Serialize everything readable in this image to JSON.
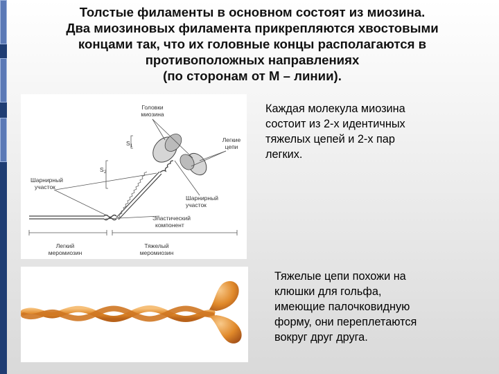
{
  "title": {
    "lines": [
      "Толстые филаменты в основном состоят из миозина.",
      "Два миозиновых филамента прикрепляются хвостовыми",
      "концами так, что их головные концы располагаются в",
      "противоположных направлениях",
      "(по сторонам от  М – линии)."
    ]
  },
  "diagram": {
    "labels": {
      "heads": [
        "Головки",
        "миозина"
      ],
      "s1": "S",
      "s1_sub": "1",
      "s2": "S",
      "s2_sub": "2",
      "light_chains": [
        "Легкие",
        "цепи"
      ],
      "hinge_left": [
        "Шарнирный",
        "участок"
      ],
      "hinge_right": [
        "Шарнирный",
        "участок"
      ],
      "elastic": [
        "Эластический",
        "компонент"
      ],
      "light_meromyosin": [
        "Легкий",
        "меромиозин"
      ],
      "heavy_meromyosin": [
        "Тяжелый",
        "меромиозин"
      ]
    },
    "colors": {
      "line": "#555555",
      "head_fill": "#cfcfcf",
      "label": "#333333"
    }
  },
  "text_blocks": {
    "molecule": [
      "Каждая  молекула миозина",
      "состоит из 2-х идентичных",
      "тяжелых цепей и 2-х пар",
      "легких."
    ],
    "heavy_chains": [
      "Тяжелые цепи похожи на",
      "клюшки для гольфа,",
      "имеющие палочковидную",
      "форму, они переплетаются",
      "вокруг друг друга."
    ]
  },
  "colors": {
    "sidebar": "#1f3d73",
    "sidebar_accent": "#5b79b6",
    "myosin_fill": "#e0892a",
    "myosin_light": "#f6c07a"
  }
}
